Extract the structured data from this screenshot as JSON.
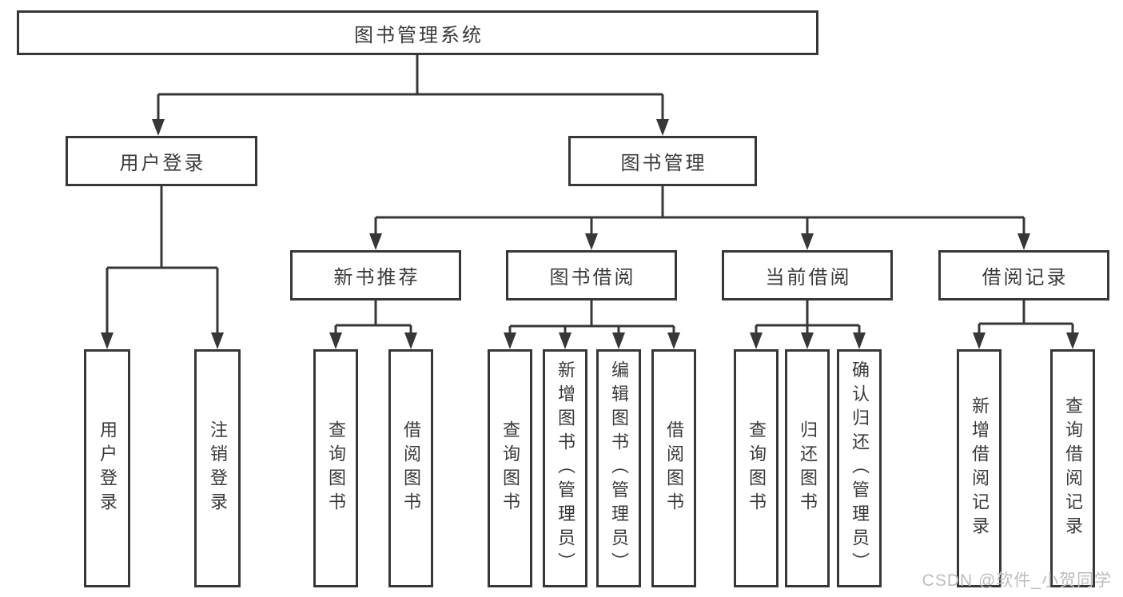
{
  "diagram": {
    "type": "hierarchy-tree",
    "nodes": {
      "root": "图书管理系统",
      "user_login": "用户登录",
      "book_mgmt": "图书管理",
      "new_book_rec": "新书推荐",
      "book_borrow": "图书借阅",
      "current_borrow": "当前借阅",
      "borrow_record": "借阅记录",
      "leaf_user_login": "用户登录",
      "leaf_logout": "注销登录",
      "leaf_query_book_rec": "查询图书",
      "leaf_borrow_book_rec": "借阅图书",
      "leaf_query_book_borrow": "查询图书",
      "leaf_add_book_admin": "新增图书（管理员）",
      "leaf_edit_book_admin": "编辑图书（管理员）",
      "leaf_borrow_book_borrow": "借阅图书",
      "leaf_query_book_current": "查询图书",
      "leaf_return_book": "归还图书",
      "leaf_confirm_return_admin": "确认归还（管理员）",
      "leaf_add_borrow_record": "新增借阅记录",
      "leaf_query_borrow_record": "查询借阅记录"
    },
    "edges": [
      [
        "图书管理系统",
        "用户登录"
      ],
      [
        "图书管理系统",
        "图书管理"
      ],
      [
        "用户登录",
        "用户登录"
      ],
      [
        "用户登录",
        "注销登录"
      ],
      [
        "图书管理",
        "新书推荐"
      ],
      [
        "图书管理",
        "图书借阅"
      ],
      [
        "图书管理",
        "当前借阅"
      ],
      [
        "图书管理",
        "借阅记录"
      ],
      [
        "新书推荐",
        "查询图书"
      ],
      [
        "新书推荐",
        "借阅图书"
      ],
      [
        "图书借阅",
        "查询图书"
      ],
      [
        "图书借阅",
        "新增图书（管理员）"
      ],
      [
        "图书借阅",
        "编辑图书（管理员）"
      ],
      [
        "图书借阅",
        "借阅图书"
      ],
      [
        "当前借阅",
        "查询图书"
      ],
      [
        "当前借阅",
        "归还图书"
      ],
      [
        "当前借阅",
        "确认归还（管理员）"
      ],
      [
        "借阅记录",
        "新增借阅记录"
      ],
      [
        "借阅记录",
        "查询借阅记录"
      ]
    ],
    "colors": {
      "line": "#373737",
      "text": "#3a3a3a",
      "box_background": "#ffffff",
      "page_background": "#ffffff",
      "watermark": "#bdbdbd"
    }
  },
  "watermark": "CSDN @软件_小贺同学"
}
